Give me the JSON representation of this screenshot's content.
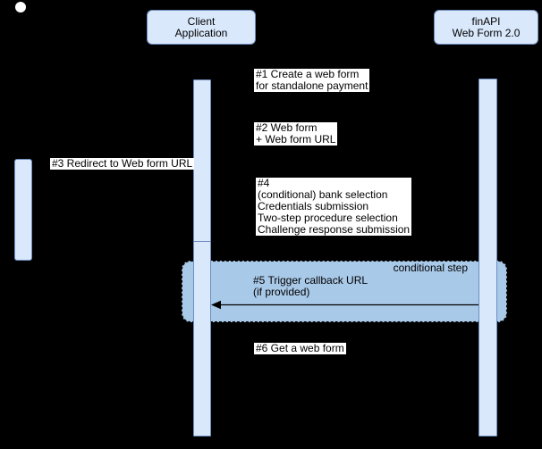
{
  "colors": {
    "background": "#000000",
    "shape_fill": "#dae8fc",
    "shape_stroke": "#6c8ebf",
    "conditional_fill": "#a9c9e8",
    "label_background": "#ffffff",
    "text": "#000000",
    "arrow": "#000000",
    "start_circle": "#ffffff"
  },
  "participants": {
    "client": {
      "lines": [
        "Client",
        "Application"
      ]
    },
    "finapi": {
      "lines": [
        "finAPI",
        "Web Form 2.0"
      ]
    }
  },
  "messages": {
    "m1": {
      "lines": [
        "#1 Create a web form",
        "for standalone payment"
      ]
    },
    "m2": {
      "lines": [
        "#2 Web form",
        "+ Web form URL"
      ]
    },
    "m3": {
      "lines": [
        "#3 Redirect to Web form URL"
      ]
    },
    "m4": {
      "lines": [
        "#4",
        "(conditional) bank selection",
        "Credentials submission",
        "Two-step procedure selection",
        "Challenge response submission"
      ]
    },
    "m5": {
      "lines": [
        "#5 Trigger callback URL",
        "(if provided)"
      ]
    },
    "m6": {
      "lines": [
        "#6 Get a web form"
      ]
    }
  },
  "conditional_frame": {
    "label": "conditional step"
  }
}
